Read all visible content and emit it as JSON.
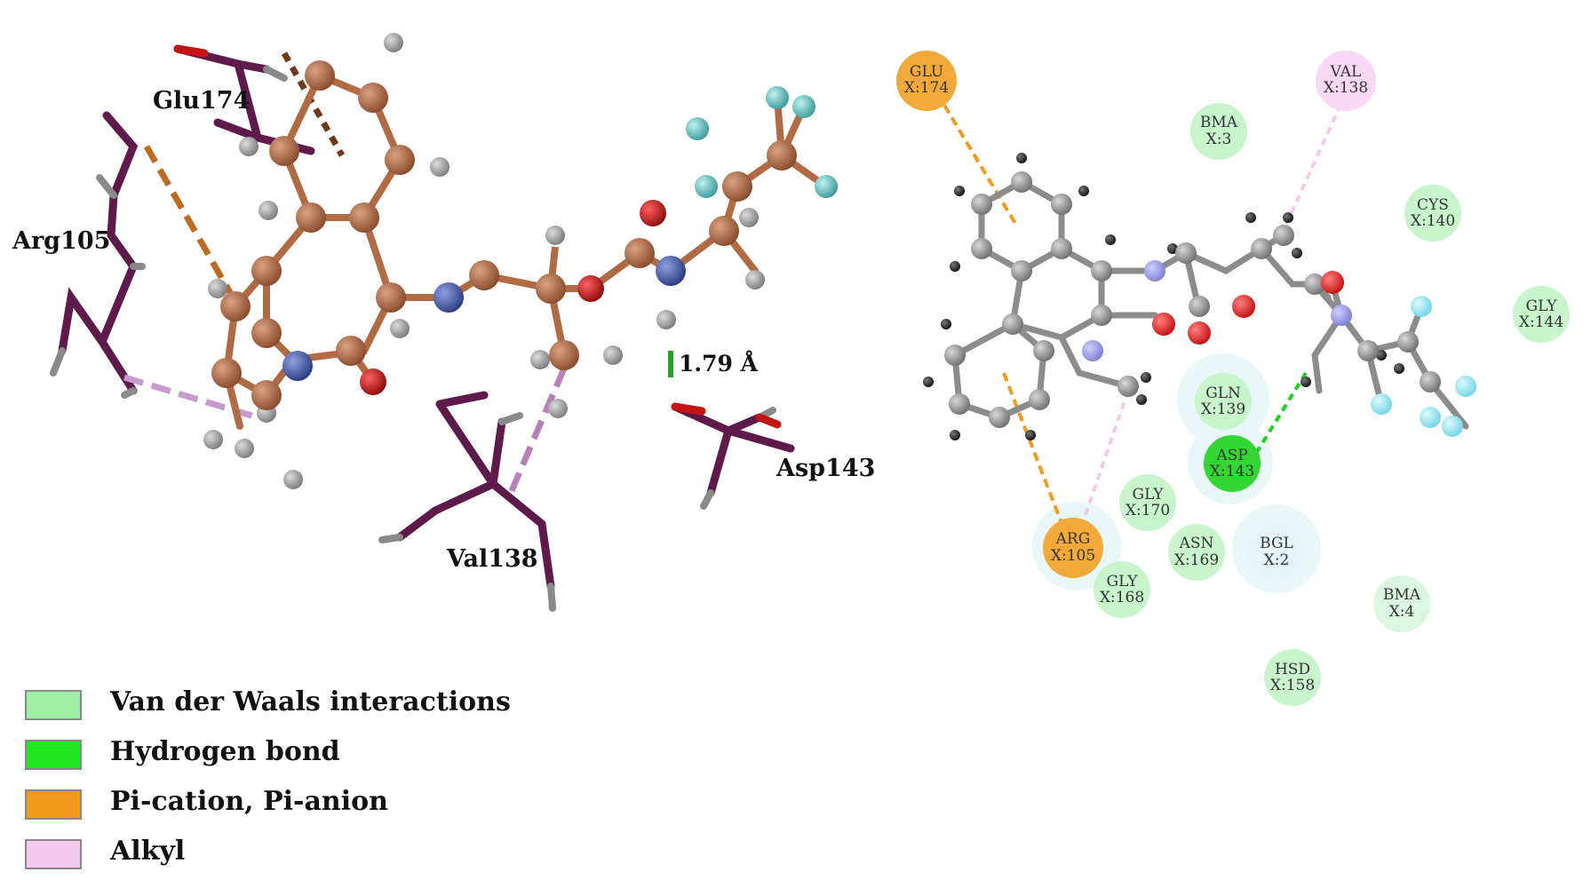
{
  "left_panel": {
    "residue_labels": {
      "glu174": "Glu174",
      "arg105": "Arg105",
      "val138": "Val138",
      "asp143": "Asp143"
    },
    "distance": "1.79 Å"
  },
  "right_panel": {
    "residues": [
      {
        "name": "GLU",
        "id": "X:174",
        "type": "pi"
      },
      {
        "name": "VAL",
        "id": "X:138",
        "type": "alkyl"
      },
      {
        "name": "BMA",
        "id": "X:3",
        "type": "vdw"
      },
      {
        "name": "CYS",
        "id": "X:140",
        "type": "vdw"
      },
      {
        "name": "GLY",
        "id": "X:144",
        "type": "vdw"
      },
      {
        "name": "GLN",
        "id": "X:139",
        "type": "vdw"
      },
      {
        "name": "ASP",
        "id": "X:143",
        "type": "hbond"
      },
      {
        "name": "GLY",
        "id": "X:170",
        "type": "vdw"
      },
      {
        "name": "ARG",
        "id": "X:105",
        "type": "pi"
      },
      {
        "name": "ASN",
        "id": "X:169",
        "type": "vdw"
      },
      {
        "name": "BGL",
        "id": "X:2",
        "type": "vdw-faint"
      },
      {
        "name": "GLY",
        "id": "X:168",
        "type": "vdw"
      },
      {
        "name": "BMA",
        "id": "X:4",
        "type": "vdw"
      },
      {
        "name": "HSD",
        "id": "X:158",
        "type": "vdw"
      }
    ]
  },
  "legend": [
    {
      "label": "Van der Waals interactions",
      "color": "#9ff0a6"
    },
    {
      "label": "Hydrogen bond",
      "color": "#22e622"
    },
    {
      "label": "Pi-cation, Pi-anion",
      "color": "#f29a1c"
    },
    {
      "label": "Alkyl",
      "color": "#f5c8f0"
    }
  ],
  "colors": {
    "carbon_3d": "#b06a44",
    "hydrogen": "#9a9a9a",
    "nitrogen": "#3b4fa0",
    "oxygen": "#c41414",
    "fluorine": "#5fc2c2",
    "residue_stick": "#5e1a4a",
    "carbon_2d": "#8c8c8c",
    "nitrogen_2d": "#9a9ae6"
  }
}
